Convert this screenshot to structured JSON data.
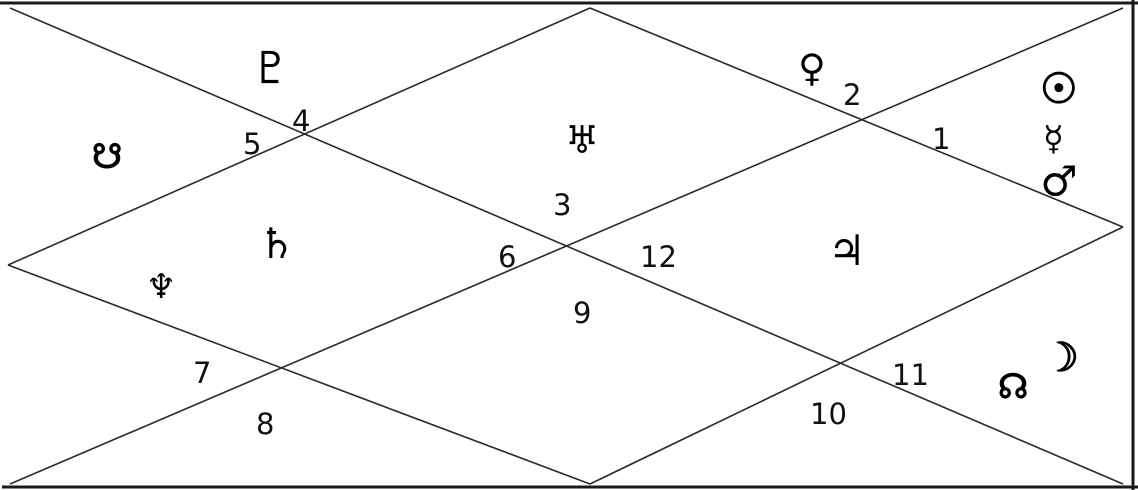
{
  "colors": {
    "background": "#ffffff",
    "line": "#222222",
    "text": "#111111"
  },
  "houses": [
    "1",
    "2",
    "3",
    "4",
    "5",
    "6",
    "7",
    "8",
    "9",
    "10",
    "11",
    "12"
  ],
  "planets": [
    {
      "name": "pluto-symbol",
      "glyph": "♇"
    },
    {
      "name": "venus-symbol",
      "glyph": "♀"
    },
    {
      "name": "sun-symbol",
      "glyph": "☉"
    },
    {
      "name": "mercury-symbol",
      "glyph": "☿"
    },
    {
      "name": "mars-symbol",
      "glyph": "♂"
    },
    {
      "name": "south-node-symbol",
      "glyph": "☋"
    },
    {
      "name": "uranus-symbol",
      "glyph": "♅"
    },
    {
      "name": "saturn-symbol",
      "glyph": "♄"
    },
    {
      "name": "neptune-symbol",
      "glyph": "♆"
    },
    {
      "name": "jupiter-symbol",
      "glyph": "♃"
    },
    {
      "name": "moon-symbol",
      "glyph": "☽"
    },
    {
      "name": "north-node-symbol",
      "glyph": "☊"
    }
  ]
}
